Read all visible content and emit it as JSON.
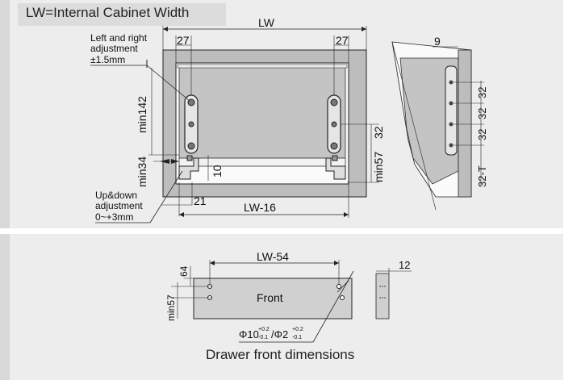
{
  "top_diagram": {
    "title": "LW=Internal Cabinet Width",
    "lw_label": "LW",
    "offset_left": "27",
    "offset_right": "27",
    "lr_adjust_line1": "Left and right",
    "lr_adjust_line2": "adjustment",
    "lr_adjust_line3": "±1.5mm",
    "min142": "min142",
    "min34": "min34",
    "dim_10": "10",
    "min57": "min57",
    "dim_32_side": "32",
    "ud_adjust_line1": "Up&down",
    "ud_adjust_line2": "adjustment",
    "ud_adjust_line3": "0~+3mm",
    "dim_21": "21",
    "lw_minus_16": "LW-16",
    "side_9": "9",
    "side_32a": "32",
    "side_32b": "32",
    "side_32c": "32",
    "side_32t": "32-T"
  },
  "bottom_diagram": {
    "lw_minus_54": "LW-54",
    "dim_64": "64",
    "min57": "min57",
    "front_label": "Front",
    "dim_12": "12",
    "hole_spec": "Φ10/Φ2",
    "tol_a_upper": "+0.2",
    "tol_a_lower": "-0.1",
    "tol_b_upper": "+0.2",
    "tol_b_lower": "-0.1",
    "caption": "Drawer front dimensions"
  }
}
